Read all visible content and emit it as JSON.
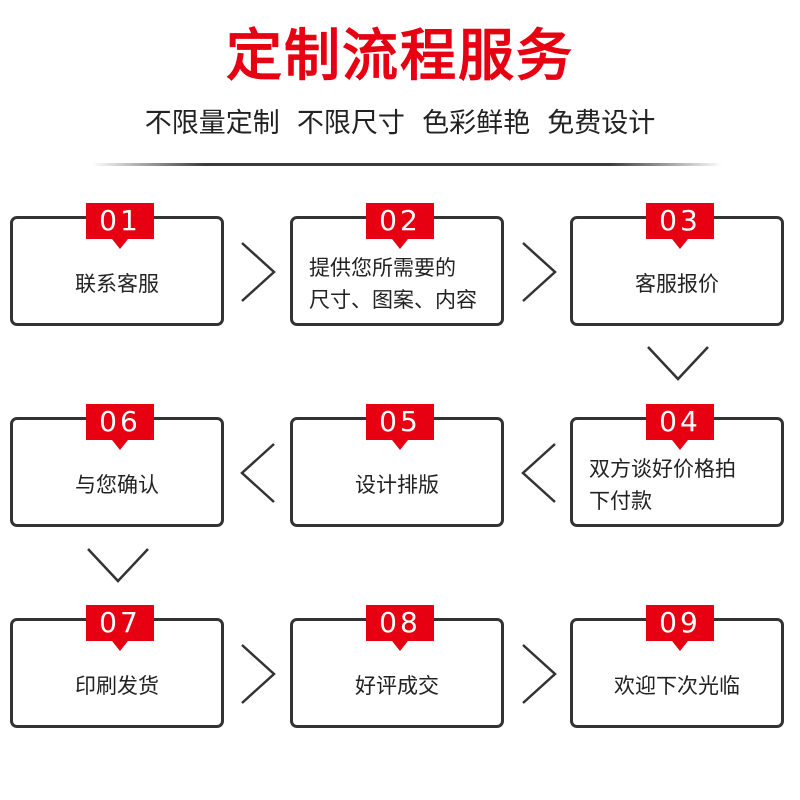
{
  "title": "定制流程服务",
  "subtitle": "不限量定制  不限尺寸  色彩鲜艳  免费设计",
  "colors": {
    "accent": "#e60012",
    "border": "#333333",
    "text": "#222222"
  },
  "arrow_icons": [
    "chevron-right-icon",
    "chevron-down-icon",
    "chevron-left-icon"
  ],
  "steps": [
    {
      "num": "01",
      "text": "联系客服"
    },
    {
      "num": "02",
      "text": "提供您所需要的\n尺寸、图案、内容"
    },
    {
      "num": "03",
      "text": "客服报价"
    },
    {
      "num": "04",
      "text": "双方谈好价格拍\n下付款"
    },
    {
      "num": "05",
      "text": "设计排版"
    },
    {
      "num": "06",
      "text": "与您确认"
    },
    {
      "num": "07",
      "text": "印刷发货"
    },
    {
      "num": "08",
      "text": "好评成交"
    },
    {
      "num": "09",
      "text": "欢迎下次光临"
    }
  ]
}
